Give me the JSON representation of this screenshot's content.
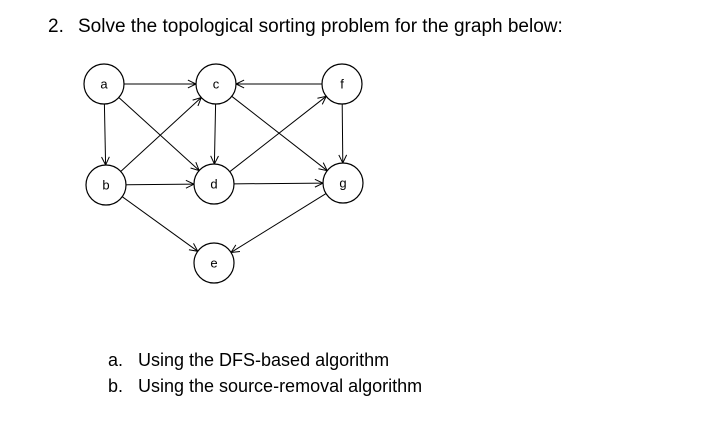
{
  "question": {
    "number": "2.",
    "text": "Solve the topological sorting problem for the graph below:"
  },
  "graph": {
    "nodes": [
      {
        "id": "a",
        "label": "a"
      },
      {
        "id": "c",
        "label": "c"
      },
      {
        "id": "f",
        "label": "f"
      },
      {
        "id": "b",
        "label": "b"
      },
      {
        "id": "d",
        "label": "d"
      },
      {
        "id": "g",
        "label": "g"
      },
      {
        "id": "e",
        "label": "e"
      }
    ],
    "edges": [
      [
        "a",
        "c"
      ],
      [
        "a",
        "b"
      ],
      [
        "a",
        "d"
      ],
      [
        "f",
        "c"
      ],
      [
        "f",
        "g"
      ],
      [
        "c",
        "d"
      ],
      [
        "c",
        "g"
      ],
      [
        "b",
        "c"
      ],
      [
        "b",
        "d"
      ],
      [
        "b",
        "e"
      ],
      [
        "d",
        "f"
      ],
      [
        "d",
        "g"
      ],
      [
        "g",
        "e"
      ]
    ]
  },
  "subitems": [
    {
      "letter": "a.",
      "text": "Using the DFS-based algorithm"
    },
    {
      "letter": "b.",
      "text": "Using the source-removal algorithm"
    }
  ]
}
